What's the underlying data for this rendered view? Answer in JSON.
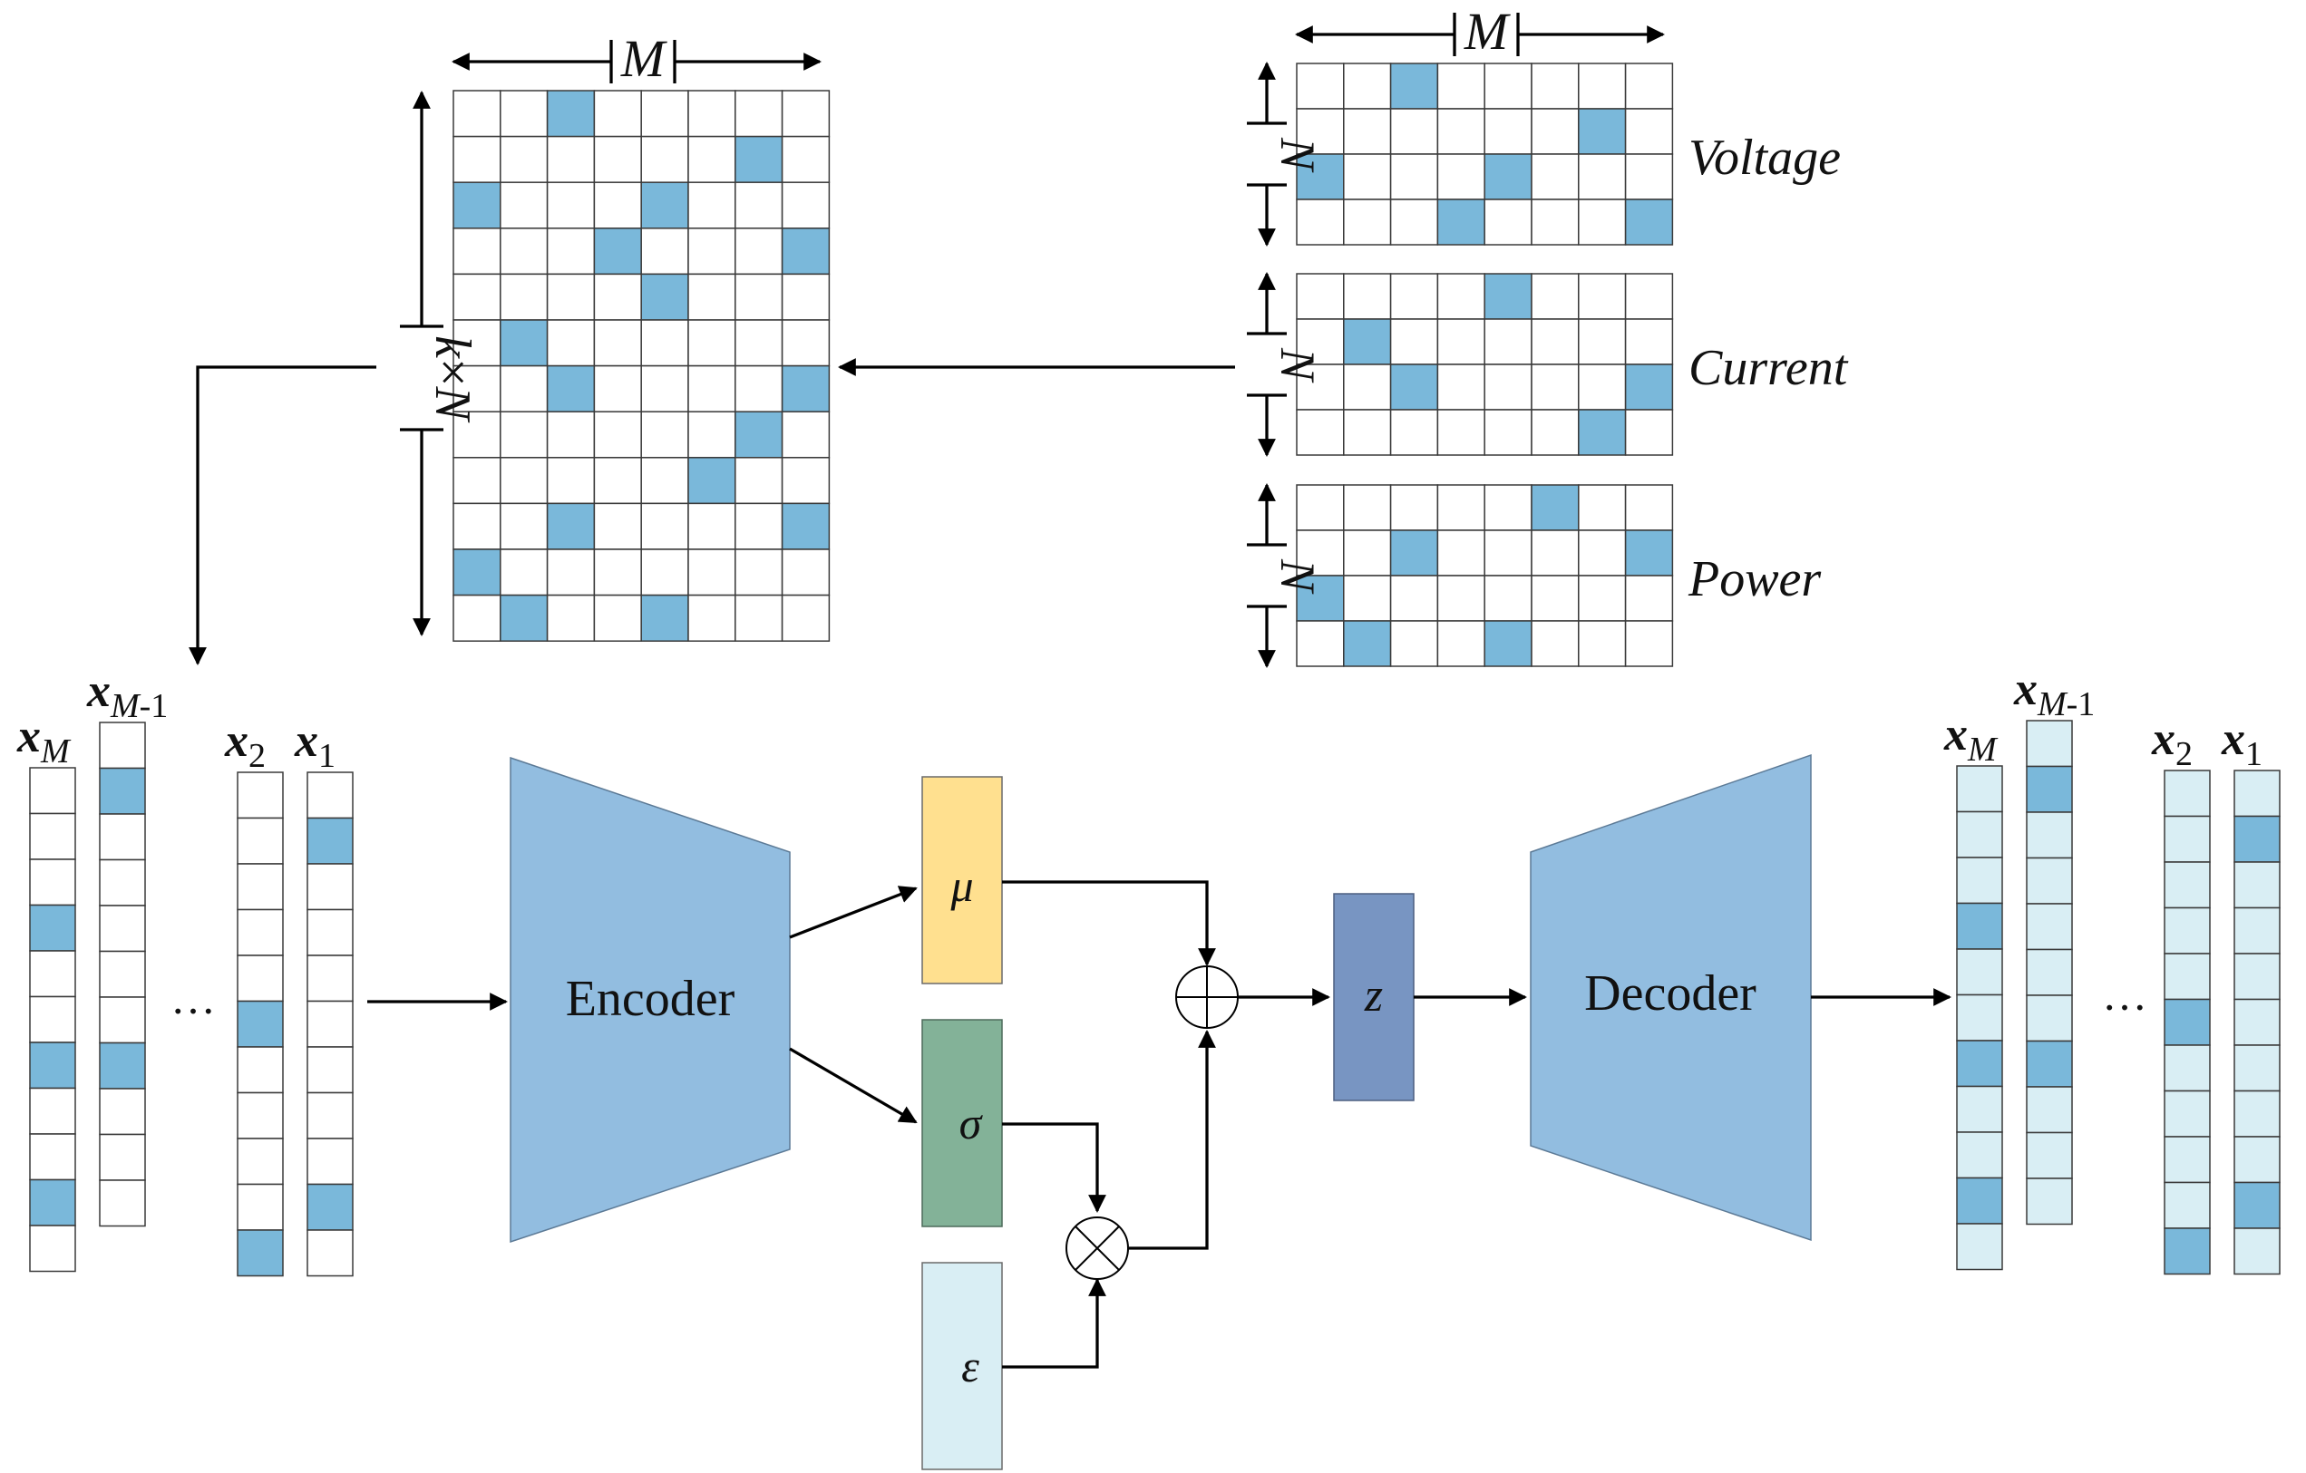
{
  "matrix_dim": {
    "width": "M",
    "height": "k×N",
    "height_parts": [
      "k",
      "×",
      "N"
    ]
  },
  "signal_dim": "N",
  "signals": [
    {
      "name": "Voltage",
      "cols": 8,
      "rows": 4,
      "filled": [
        [
          0,
          2
        ],
        [
          1,
          6
        ],
        [
          2,
          0
        ],
        [
          2,
          4
        ],
        [
          3,
          3
        ],
        [
          3,
          7
        ]
      ]
    },
    {
      "name": "Current",
      "cols": 8,
      "rows": 4,
      "filled": [
        [
          0,
          4
        ],
        [
          1,
          1
        ],
        [
          2,
          2
        ],
        [
          2,
          7
        ],
        [
          3,
          6
        ]
      ]
    },
    {
      "name": "Power",
      "cols": 8,
      "rows": 4,
      "filled": [
        [
          0,
          5
        ],
        [
          1,
          2
        ],
        [
          1,
          7
        ],
        [
          2,
          0
        ],
        [
          3,
          1
        ],
        [
          3,
          4
        ]
      ]
    }
  ],
  "big_matrix": {
    "cols": 8,
    "rows": 12,
    "filled": [
      [
        0,
        2
      ],
      [
        1,
        6
      ],
      [
        2,
        0
      ],
      [
        2,
        4
      ],
      [
        3,
        3
      ],
      [
        3,
        7
      ],
      [
        4,
        4
      ],
      [
        5,
        1
      ],
      [
        6,
        2
      ],
      [
        6,
        7
      ],
      [
        7,
        6
      ],
      [
        8,
        5
      ],
      [
        9,
        2
      ],
      [
        9,
        7
      ],
      [
        10,
        0
      ],
      [
        11,
        1
      ],
      [
        11,
        4
      ]
    ]
  },
  "input_columns": [
    {
      "sym": "x",
      "sub": "M",
      "filled": [
        3,
        6,
        9
      ],
      "cells": 11
    },
    {
      "sym": "x",
      "sub": "M-1",
      "filled": [
        1,
        7
      ],
      "cells": 11
    },
    {
      "sym": "x",
      "sub": "2",
      "filled": [
        5,
        10
      ],
      "cells": 11
    },
    {
      "sym": "x",
      "sub": "1",
      "filled": [
        1,
        9
      ],
      "cells": 11
    }
  ],
  "output_columns": [
    {
      "sym": "x",
      "sub": "M",
      "filled": [
        3,
        6,
        9
      ],
      "cells": 11
    },
    {
      "sym": "x",
      "sub": "M-1",
      "filled": [
        1,
        7
      ],
      "cells": 11
    },
    {
      "sym": "x",
      "sub": "2",
      "filled": [
        5,
        10
      ],
      "cells": 11
    },
    {
      "sym": "x",
      "sub": "1",
      "filled": [
        1,
        9
      ],
      "cells": 11
    }
  ],
  "ellipsis": "…",
  "encoder": "Encoder",
  "decoder": "Decoder",
  "mu": "μ",
  "sigma": "σ",
  "epsilon": "ε",
  "z": "z",
  "colors": {
    "cell_fill": "#7ab8da",
    "cell_empty": "#ffffff",
    "cell_light": "#d9eef4",
    "cell_border": "#3a3a3a",
    "coder": "#92bde0",
    "mu_box": "#ffe08f",
    "sigma_box": "#83b298",
    "eps_box": "#d9eef4",
    "z_box": "#7895c2"
  }
}
